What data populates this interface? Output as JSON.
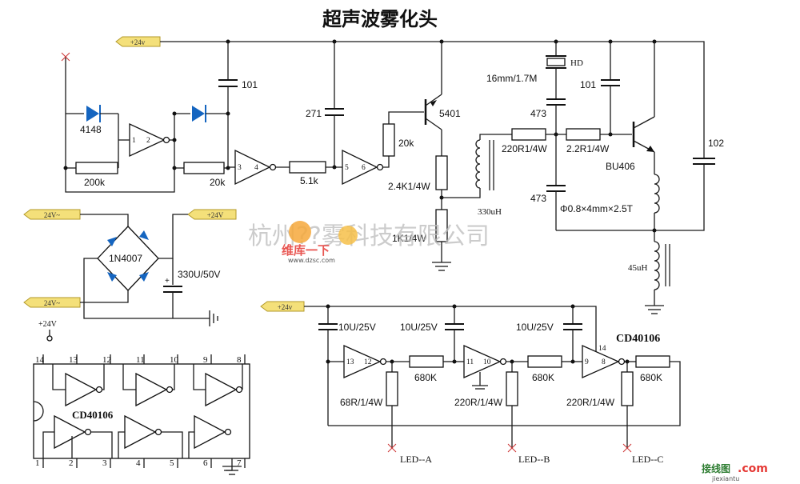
{
  "title": "超声波雾化头",
  "power": {
    "p24": "+24v",
    "p24b": "+24V",
    "ac1": "24V~",
    "ac2": "24V~",
    "supply": "+24V"
  },
  "components": {
    "d4148": "4148",
    "r200k": "200k",
    "r20k_a": "20k",
    "c101_a": "101",
    "r51k": "5.1k",
    "c271": "271",
    "r20k_b": "20k",
    "q5401": "5401",
    "r24k": "2.4K1/4W",
    "r1k": "1K1/4W",
    "l330": "330uH",
    "r220r": "220R1/4W",
    "r22r": "2.2R1/4W",
    "hd": "HD",
    "piezo": "16mm/1.7M",
    "c473a": "473",
    "c473b": "473",
    "c101_b": "101",
    "c102": "102",
    "qbu406": "BU406",
    "coil": "Φ0.8×4mm×2.5T",
    "l45": "45uH",
    "bridge": "1N4007",
    "cap330": "330U/50V"
  },
  "led_section": {
    "ic": "CD40106",
    "caps": [
      "10U/25V",
      "10U/25V",
      "10U/25V"
    ],
    "resistors": [
      "680K",
      "680K",
      "680K"
    ],
    "led_resistors": [
      "68R/1/4W",
      "220R/1/4W",
      "220R/1/4W"
    ],
    "outputs": [
      "LED--A",
      "LED--B",
      "LED--C"
    ]
  },
  "pins": {
    "g1": [
      "1",
      "2"
    ],
    "g2": [
      "3",
      "4"
    ],
    "g3": [
      "5",
      "6"
    ],
    "g4": [
      "13",
      "12"
    ],
    "g5": [
      "11",
      "10"
    ],
    "g6": [
      "9",
      "8"
    ],
    "g7": "14"
  },
  "chip": {
    "name": "CD40106",
    "top_pins": [
      "14",
      "13",
      "12",
      "11",
      "10",
      "9",
      "8"
    ],
    "bottom_pins": [
      "1",
      "2",
      "3",
      "4",
      "5",
      "6",
      "7"
    ]
  },
  "watermark": {
    "company": "杭州??雾科技有限公司",
    "site": "www.dzsc.com",
    "logo": "维库一下"
  },
  "corner": {
    "brand": "接线图",
    "domain": ".com",
    "site": "jiexiantu"
  }
}
